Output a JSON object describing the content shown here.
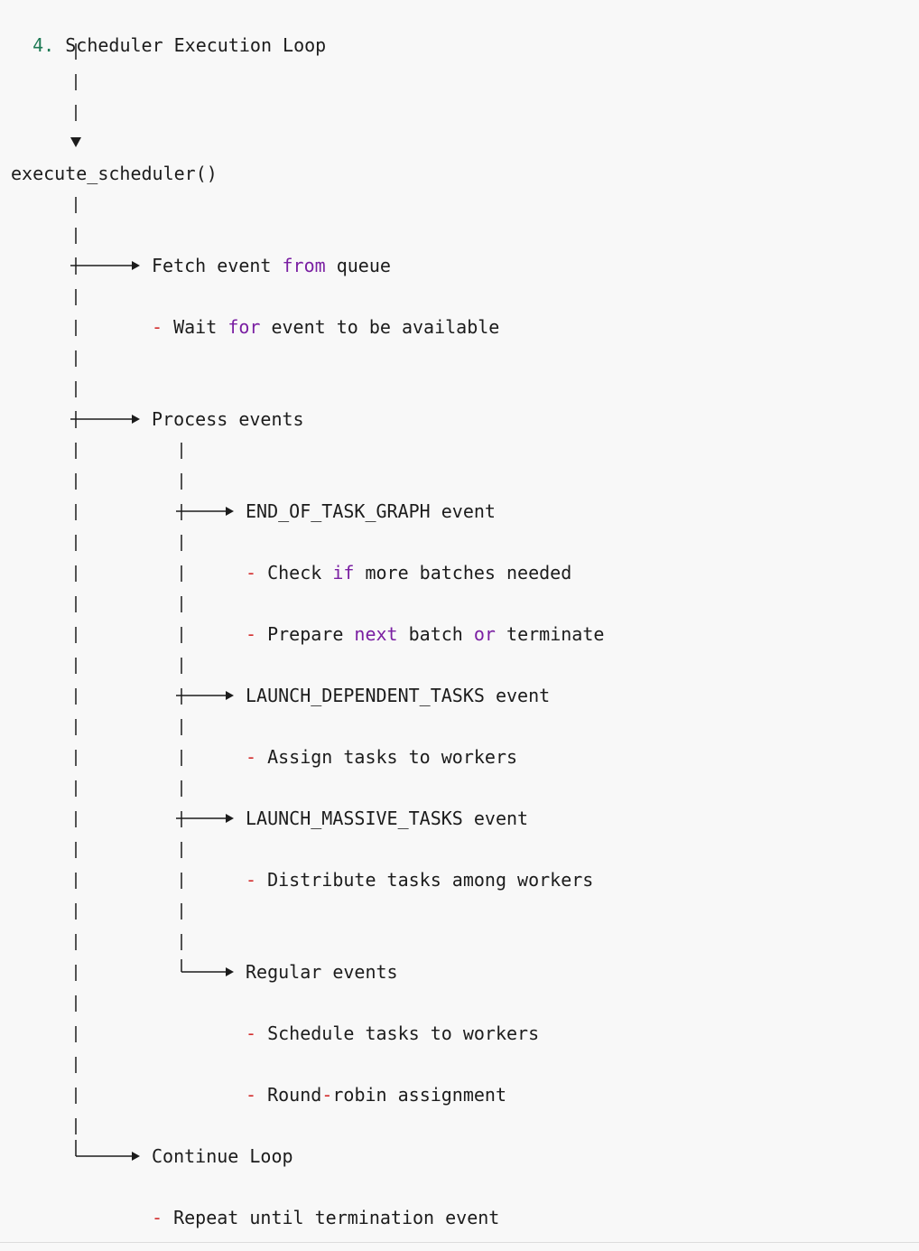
{
  "colors": {
    "text": "#1c1c1c",
    "section_number": "#1f7a55",
    "keyword": "#7a1fa2",
    "bullet_dash": "#d32f2f",
    "background": "#f8f8f8"
  },
  "heading": {
    "number": "4.",
    "title": "Scheduler Execution Loop"
  },
  "root": {
    "label": "execute_scheduler()"
  },
  "fetch": {
    "label_pre": "Fetch event ",
    "label_kw": "from",
    "label_post": " queue",
    "note_dash": "- ",
    "note_pre": "Wait ",
    "note_kw": "for",
    "note_post": " event to be available"
  },
  "process": {
    "label": "Process events"
  },
  "end_of_graph": {
    "label": "END_OF_TASK_GRAPH event",
    "note1_dash": "- ",
    "note1_pre": "Check ",
    "note1_kw": "if",
    "note1_post": " more batches needed",
    "note2_dash": "- ",
    "note2_pre": "Prepare ",
    "note2_kw1": "next",
    "note2_mid": " batch ",
    "note2_kw2": "or",
    "note2_post": " terminate"
  },
  "launch_dependent": {
    "label": "LAUNCH_DEPENDENT_TASKS event",
    "note_dash": "- ",
    "note": "Assign tasks to workers"
  },
  "launch_massive": {
    "label": "LAUNCH_MASSIVE_TASKS event",
    "note_dash": "- ",
    "note": "Distribute tasks among workers"
  },
  "regular": {
    "label": "Regular events",
    "note1_dash": "- ",
    "note1": "Schedule tasks to workers",
    "note2_dash": "- ",
    "note2_pre": "Round",
    "note2_hyphen": "-",
    "note2_post": "robin assignment"
  },
  "continue_loop": {
    "label": "Continue Loop",
    "note_dash": "- ",
    "note": "Repeat until termination event"
  }
}
